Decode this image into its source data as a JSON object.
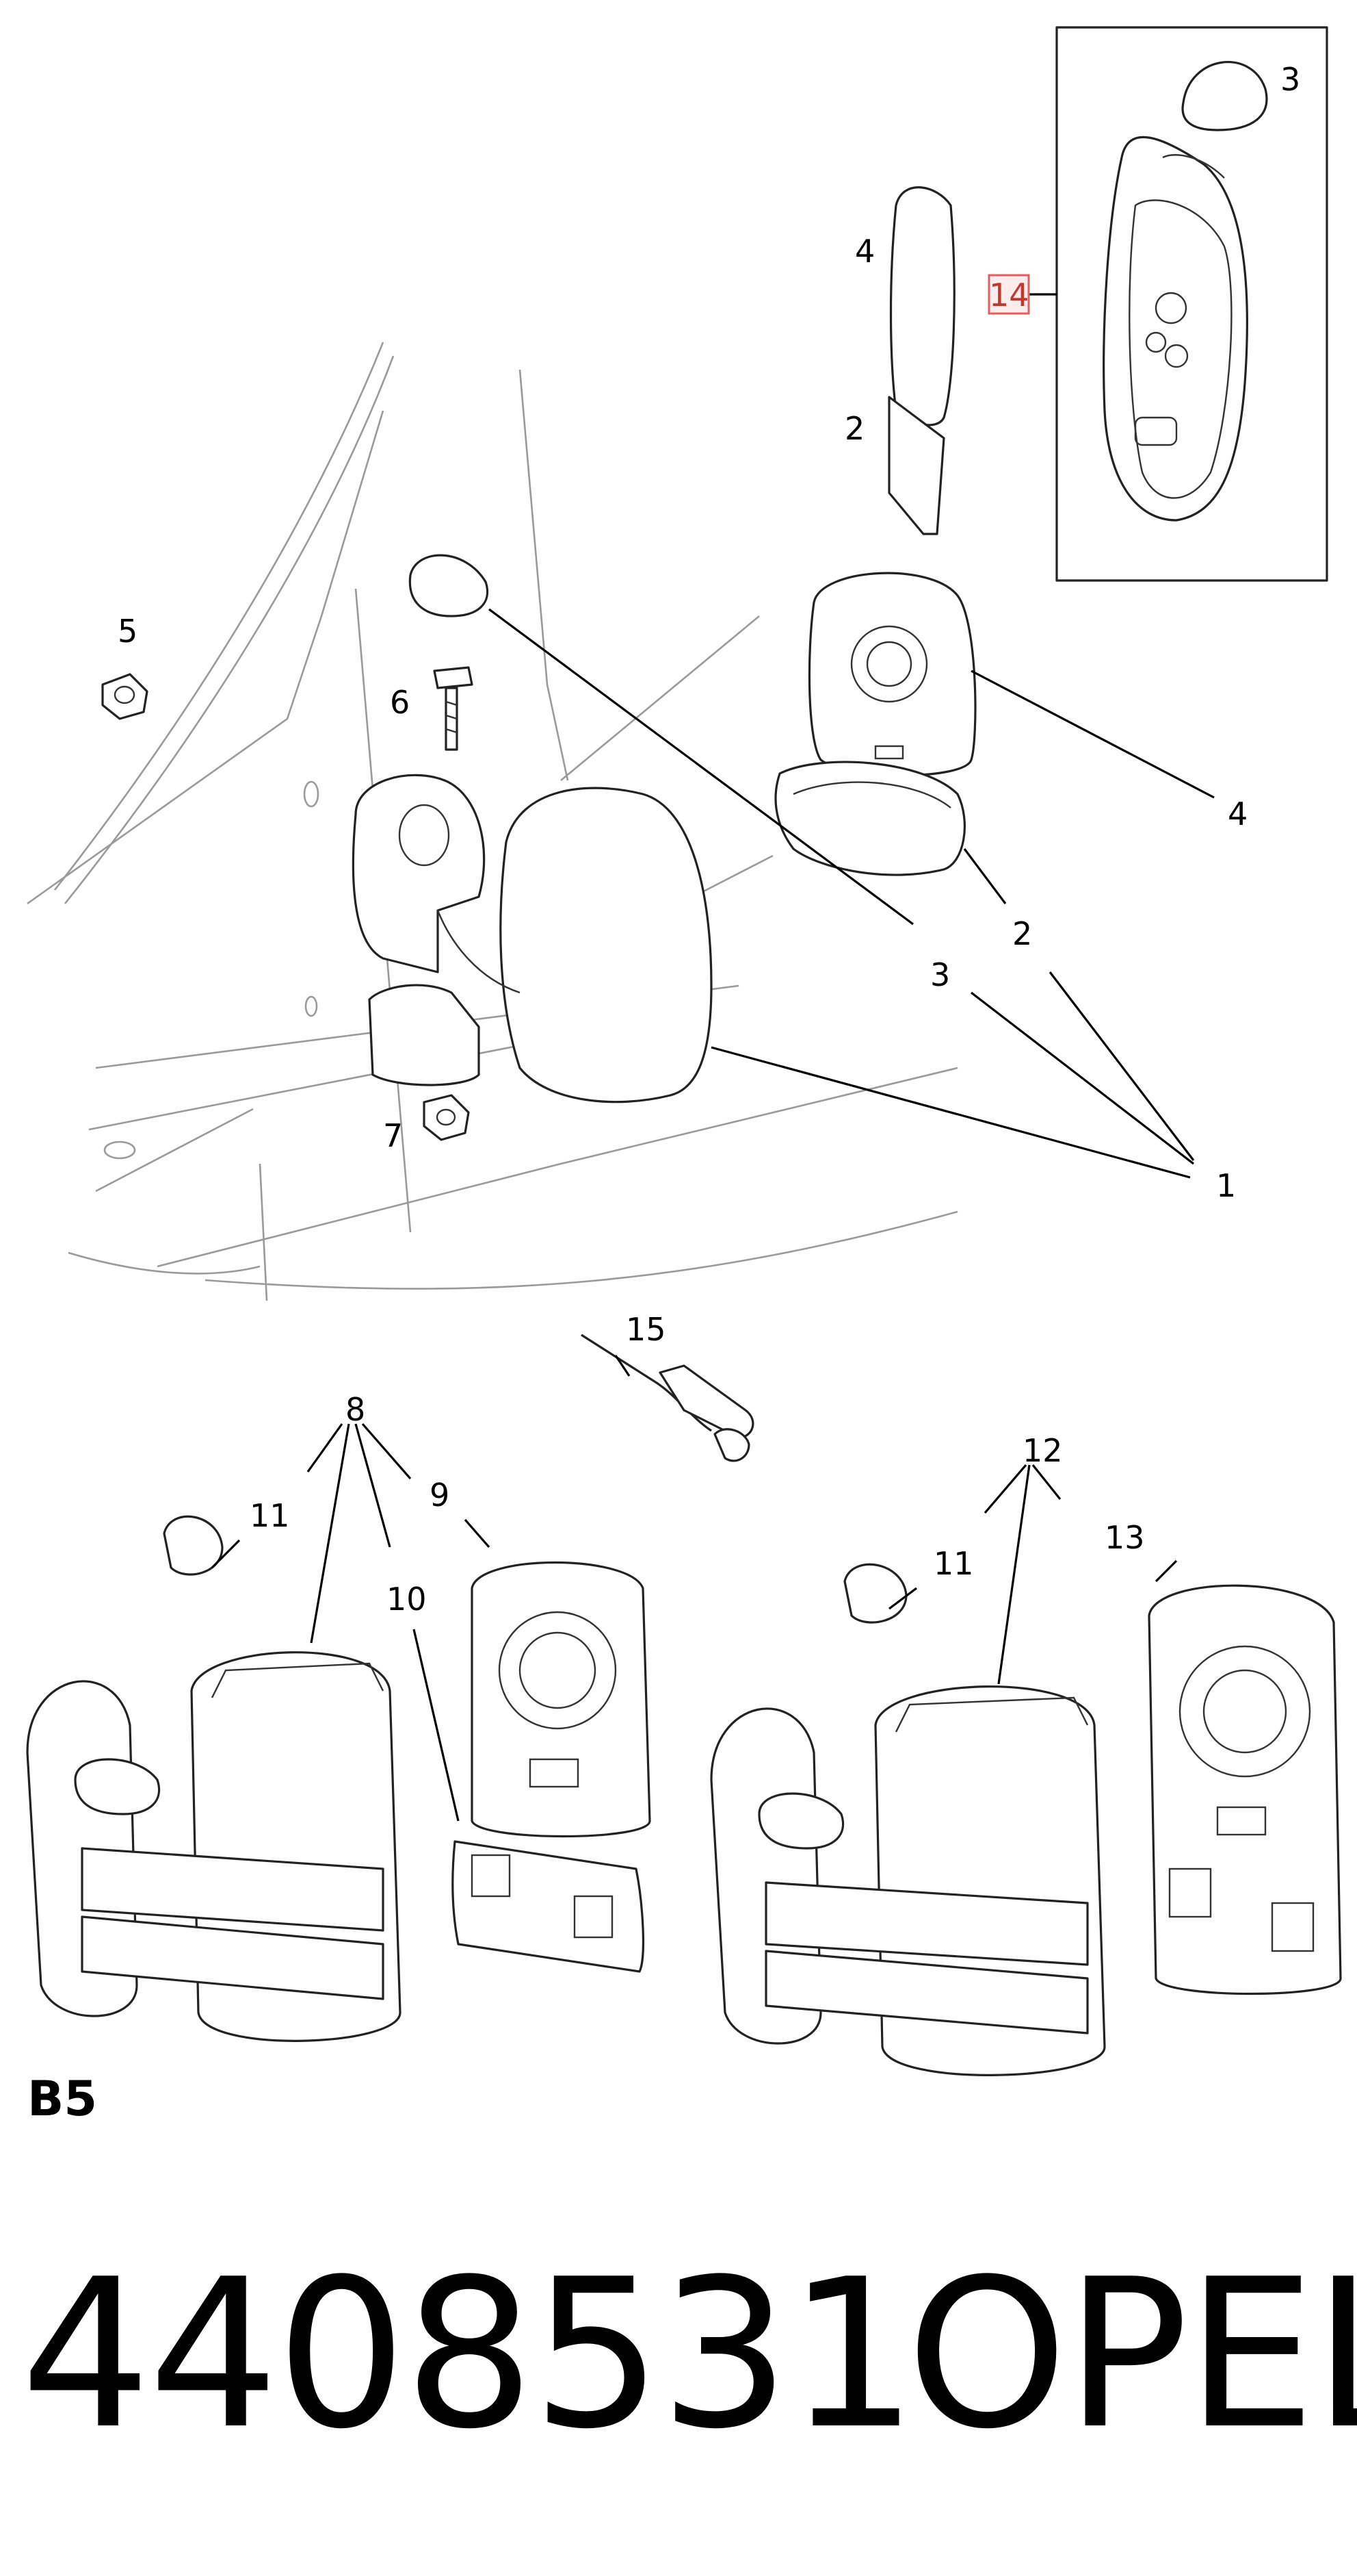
{
  "callouts": [
    {
      "id": "c-3-top",
      "text": "3"
    },
    {
      "id": "c-4-top",
      "text": "4"
    },
    {
      "id": "c-14",
      "text": "14"
    },
    {
      "id": "c-2-top",
      "text": "2"
    },
    {
      "id": "c-5",
      "text": "5"
    },
    {
      "id": "c-6",
      "text": "6"
    },
    {
      "id": "c-4-mid",
      "text": "4"
    },
    {
      "id": "c-2-mid",
      "text": "2"
    },
    {
      "id": "c-3-mid",
      "text": "3"
    },
    {
      "id": "c-7",
      "text": "7"
    },
    {
      "id": "c-1",
      "text": "1"
    },
    {
      "id": "c-15",
      "text": "15"
    },
    {
      "id": "c-8",
      "text": "8"
    },
    {
      "id": "c-9",
      "text": "9"
    },
    {
      "id": "c-11-left",
      "text": "11"
    },
    {
      "id": "c-10",
      "text": "10"
    },
    {
      "id": "c-12",
      "text": "12"
    },
    {
      "id": "c-11-right",
      "text": "11"
    },
    {
      "id": "c-13",
      "text": "13"
    }
  ],
  "section_code": "B5",
  "part_number": "4408531",
  "brand": "OPEL",
  "highlight_color": "#e06060"
}
